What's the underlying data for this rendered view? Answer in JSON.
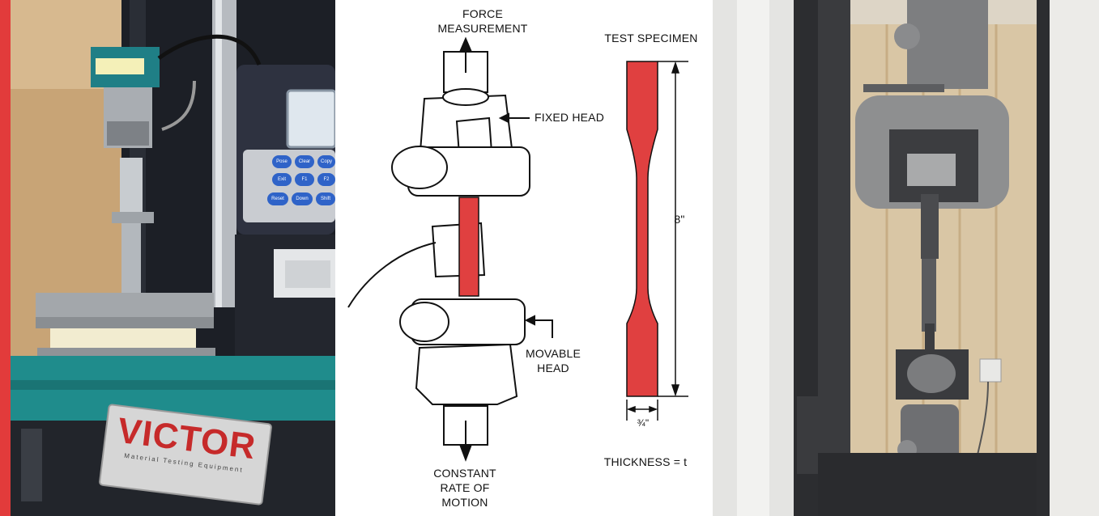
{
  "left_photo": {
    "brand": "VICTOR",
    "brand_subtitle": "Material Testing Equipment",
    "keypad_keys": [
      "Pose",
      "Clear",
      "Copy",
      "Exit",
      "F1",
      "F2",
      "Reset",
      "Down",
      "Shift"
    ],
    "colors": {
      "accent_red": "#e23b3b",
      "teal": "#1f8c8c"
    }
  },
  "diagram": {
    "force_label": "FORCE\nMEASUREMENT",
    "fixed_head_label": "FIXED HEAD",
    "movable_head_label": "MOVABLE\nHEAD",
    "motion_label": "CONSTANT\nRATE OF\nMOTION",
    "specimen_title": "TEST SPECIMEN",
    "length_label": "8\"",
    "width_label": "¾\"",
    "thickness_label": "THICKNESS = t",
    "specimen_color": "#e04040"
  },
  "right_photo": {}
}
